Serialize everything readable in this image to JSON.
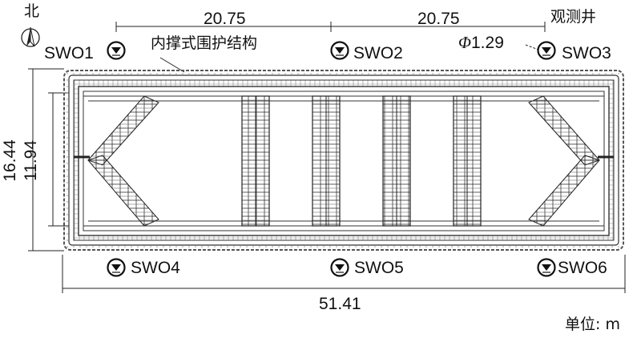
{
  "north_label": "北",
  "structure_label": "内撑式围护结构",
  "well_type_label": "观测井",
  "well_diameter": {
    "symbol": "Φ",
    "value": "1.29"
  },
  "dimensions": {
    "top_left_spacing": "20.75",
    "top_right_spacing": "20.75",
    "outer_width": "16.44",
    "inner_width": "11.94",
    "total_length": "51.41"
  },
  "wells": [
    {
      "id": "SWO1"
    },
    {
      "id": "SWO2"
    },
    {
      "id": "SWO3"
    },
    {
      "id": "SWO4"
    },
    {
      "id": "SWO5"
    },
    {
      "id": "SWO6"
    }
  ],
  "unit_label": "单位: m",
  "colors": {
    "line": "#222222",
    "grid": "#666666",
    "light": "#9a9a9a",
    "paper": "#ffffff"
  }
}
